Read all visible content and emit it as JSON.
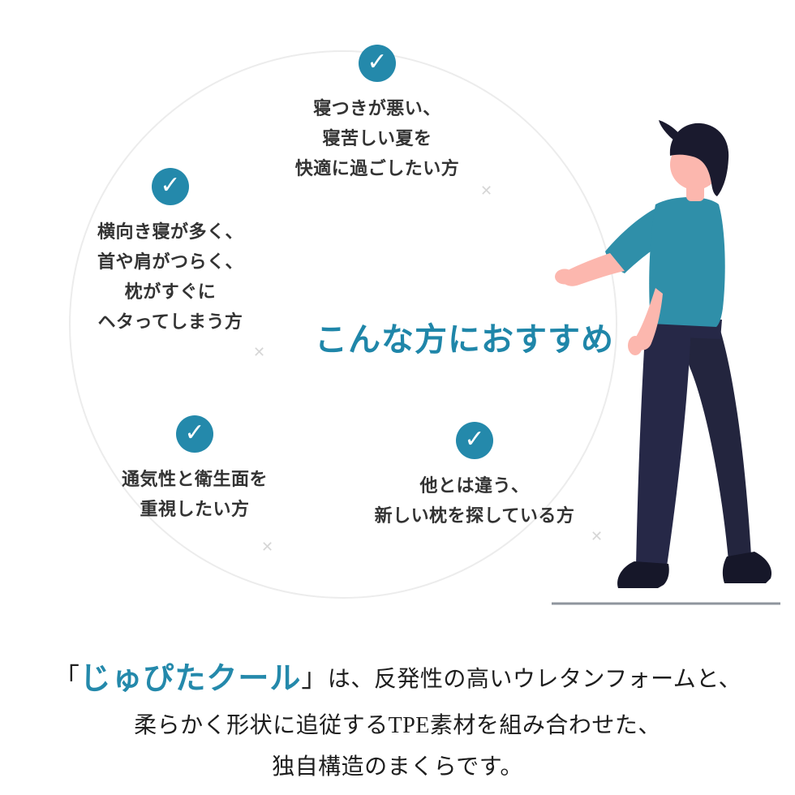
{
  "title": "こんな方におすすめ",
  "items": [
    {
      "label": "sleep-quality",
      "lines": [
        "寝つきが悪い、",
        "寝苦しい夏を",
        "快適に過ごしたい方"
      ]
    },
    {
      "label": "side-sleeping",
      "lines": [
        "横向き寝が多く、",
        "首や肩がつらく、",
        "枕がすぐに",
        "ヘタってしまう方"
      ]
    },
    {
      "label": "breathability",
      "lines": [
        "通気性と衛生面を",
        "重視したい方"
      ]
    },
    {
      "label": "new-pillow",
      "lines": [
        "他とは違う、",
        "新しい枕を探している方"
      ]
    }
  ],
  "description": {
    "quote_open": "「",
    "product_name": "じゅぴたクール",
    "quote_close": "」",
    "line1_rest": "は、反発性の高いウレタンフォームと、",
    "line2": "柔らかく形状に追従するTPE素材を組み合わせた、",
    "line3": "独自構造のまくらです。"
  },
  "icons": {
    "check": "✓",
    "cross": "✕"
  },
  "colors": {
    "accent": "#2489AB",
    "title_text": "#1F86A9",
    "body_text": "#333333",
    "circle_outline": "#ececec",
    "cross": "#d6d6d6"
  }
}
